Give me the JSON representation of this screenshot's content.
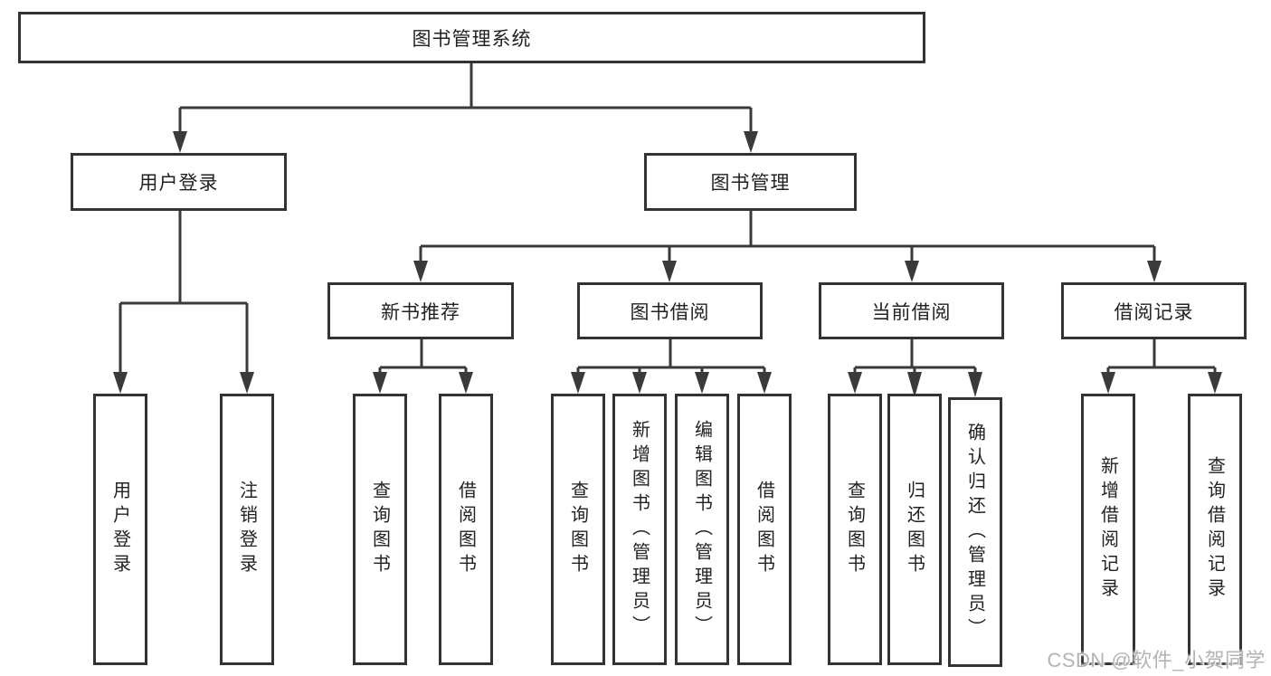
{
  "tree": {
    "label": "图书管理系统",
    "children": [
      {
        "label": "用户登录",
        "children": [
          {
            "label": "用户登录"
          },
          {
            "label": "注销登录"
          }
        ]
      },
      {
        "label": "图书管理",
        "children": [
          {
            "label": "新书推荐",
            "children": [
              {
                "label": "查询图书"
              },
              {
                "label": "借阅图书"
              }
            ]
          },
          {
            "label": "图书借阅",
            "children": [
              {
                "label": "查询图书"
              },
              {
                "label": "新增图书（管理员）"
              },
              {
                "label": "编辑图书（管理员）"
              },
              {
                "label": "借阅图书"
              }
            ]
          },
          {
            "label": "当前借阅",
            "children": [
              {
                "label": "查询图书"
              },
              {
                "label": "归还图书"
              },
              {
                "label": "确认归还（管理员）"
              }
            ]
          },
          {
            "label": "借阅记录",
            "children": [
              {
                "label": "新增借阅记录"
              },
              {
                "label": "查询借阅记录"
              }
            ]
          }
        ]
      }
    ]
  },
  "watermark": {
    "text": "CSDN @软件_小贺同学"
  },
  "colors": {
    "line": "#3a3a3a",
    "box_border": "#333333",
    "text": "#222222",
    "watermark_text": "#b4b4b4",
    "background": "#ffffff"
  }
}
